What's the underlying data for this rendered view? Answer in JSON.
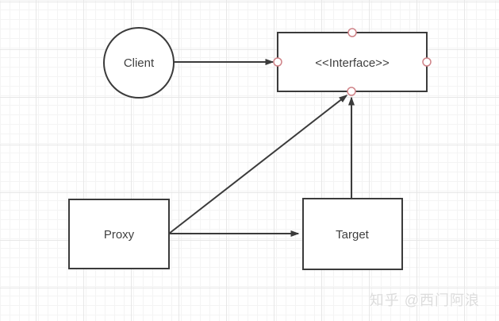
{
  "diagram": {
    "nodes": {
      "client": {
        "label": "Client",
        "shape": "circle"
      },
      "interface": {
        "label": "<<Interface>>",
        "shape": "rectangle"
      },
      "proxy": {
        "label": "Proxy",
        "shape": "rectangle"
      },
      "target": {
        "label": "Target",
        "shape": "rectangle"
      }
    },
    "edges": [
      {
        "from": "client",
        "to": "interface",
        "style": "solid-arrow"
      },
      {
        "from": "proxy",
        "to": "interface",
        "style": "solid-arrow"
      },
      {
        "from": "proxy",
        "to": "target",
        "style": "solid-arrow"
      },
      {
        "from": "target",
        "to": "interface",
        "style": "solid-arrow"
      }
    ],
    "colors": {
      "shape_stroke": "#3b3b3b",
      "shape_fill": "#ffffff",
      "label_text": "#3f3f3f",
      "connection_handle": "#cf8287",
      "grid_minor": "#f4f4f4",
      "grid_major": "#e7e7e7",
      "canvas_background": "#ffffff",
      "watermark_text": "#dcdcdc"
    }
  },
  "watermark": {
    "text": "知乎 @西门阿浪"
  }
}
